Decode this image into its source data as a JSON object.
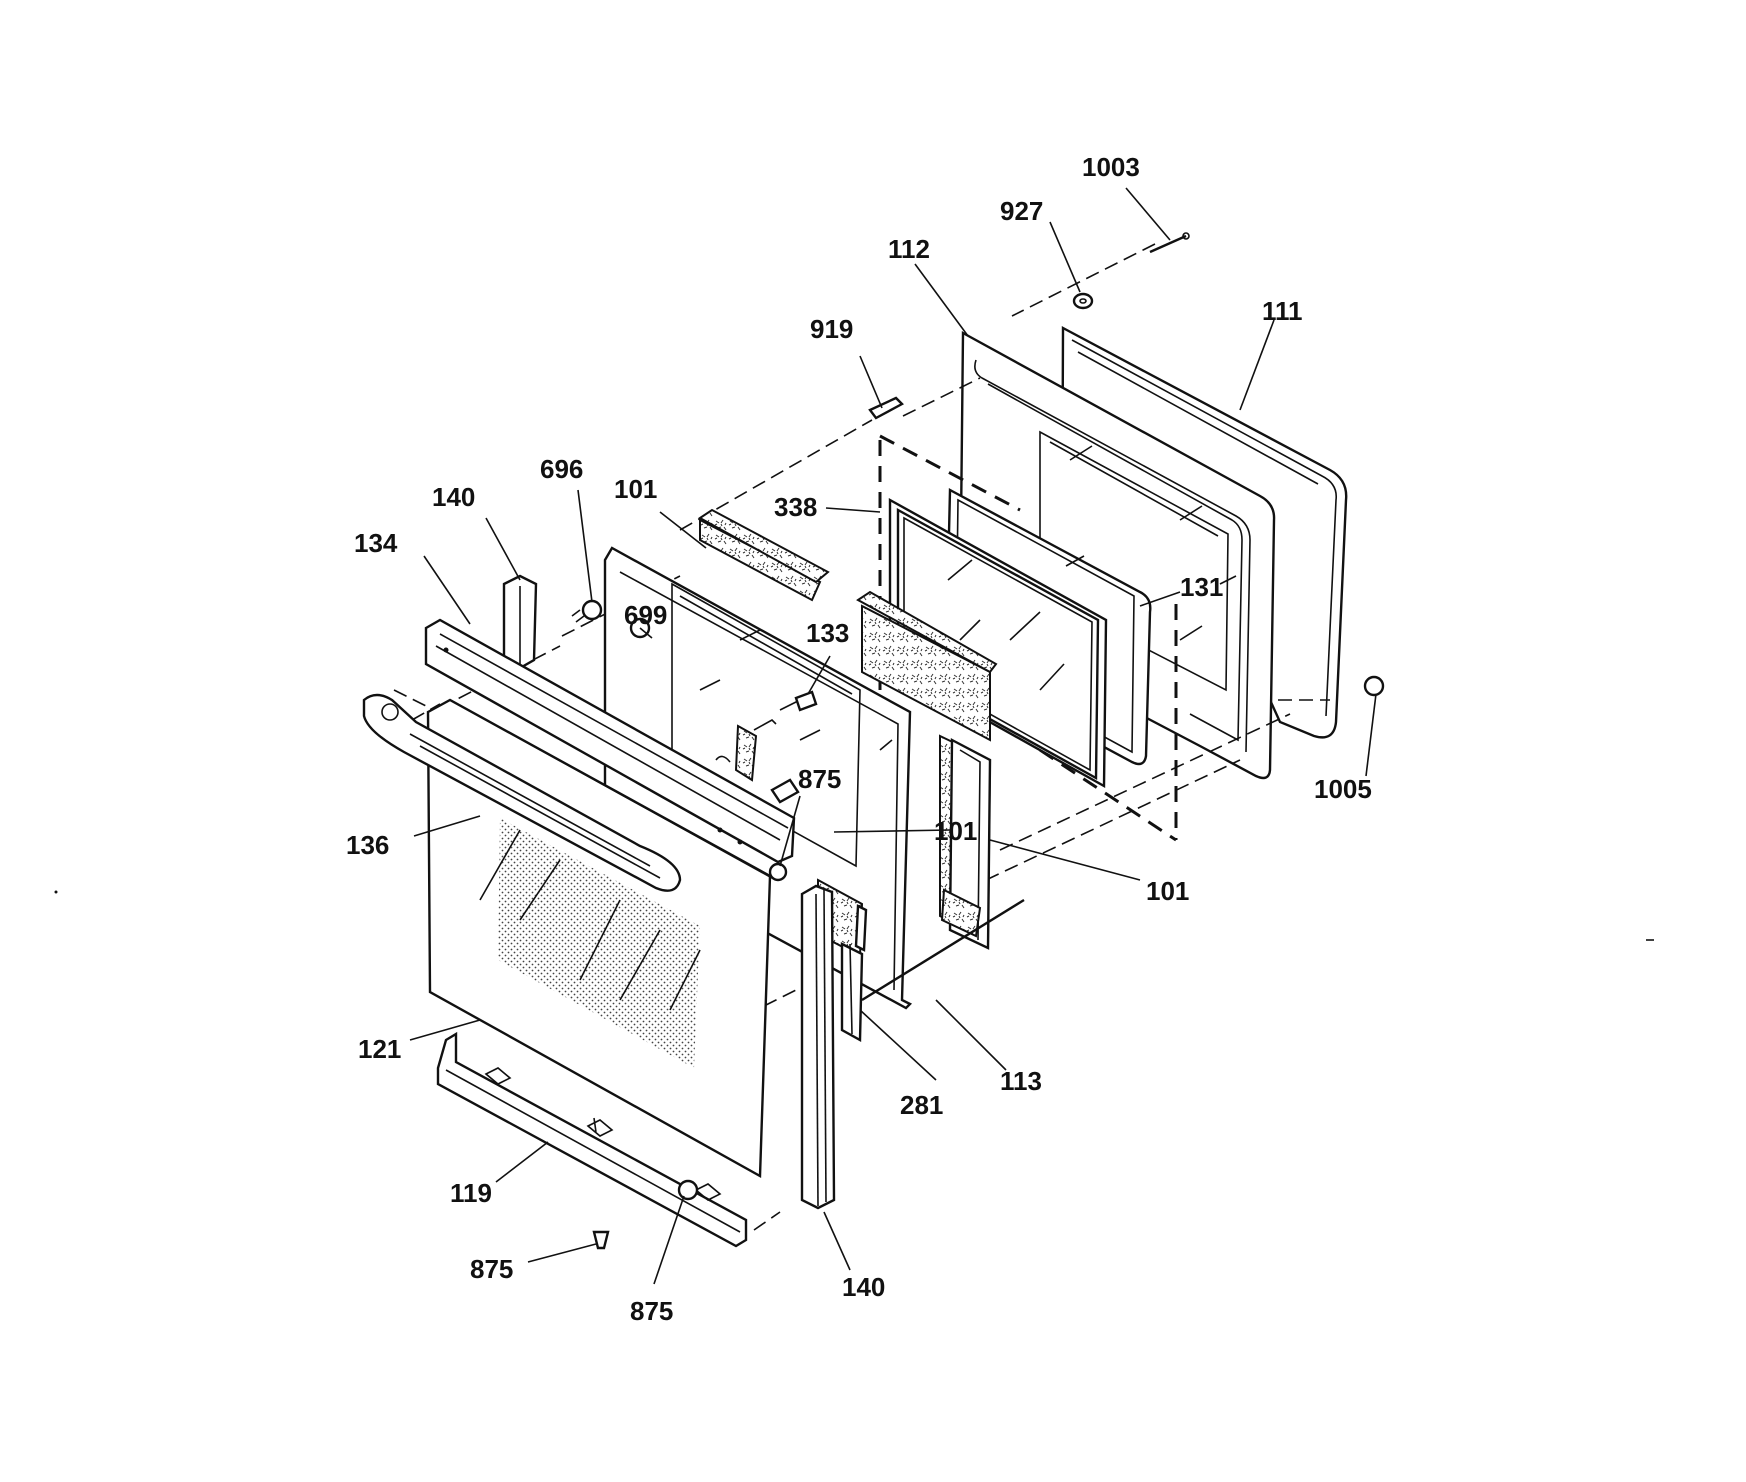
{
  "labels": {
    "l1003": "1003",
    "l927": "927",
    "l112": "112",
    "l111": "111",
    "l919": "919",
    "l696": "696",
    "l140a": "140",
    "l101a": "101",
    "l338": "338",
    "l134": "134",
    "l699": "699",
    "l133": "133",
    "l131": "131",
    "l1005": "1005",
    "l875a": "875",
    "l101b": "101",
    "l136": "136",
    "l101c": "101",
    "l121": "121",
    "l281": "281",
    "l113": "113",
    "l119": "119",
    "l875b": "875",
    "l875c": "875",
    "l140b": "140"
  }
}
